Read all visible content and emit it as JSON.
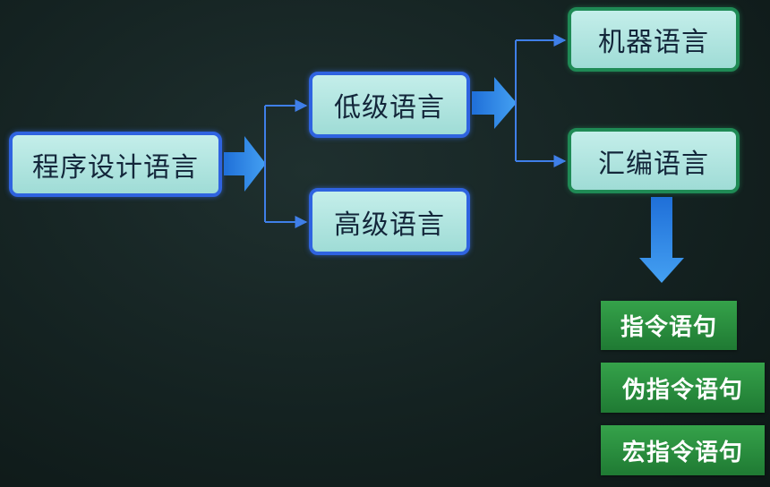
{
  "diagram": {
    "root": {
      "label": "程序设计语言"
    },
    "low_level": {
      "label": "低级语言"
    },
    "high_level": {
      "label": "高级语言"
    },
    "machine": {
      "label": "机器语言"
    },
    "assembly": {
      "label": "汇编语言"
    },
    "statements": [
      {
        "label": "指令语句"
      },
      {
        "label": "伪指令语句"
      },
      {
        "label": "宏指令语句"
      }
    ]
  },
  "colors": {
    "node_fill": "#b3e6e1",
    "node_border_blue": "#2f63e0",
    "node_border_green": "#1f8a55",
    "leaf_fill": "#2b8f3f",
    "connector": "#3f7fe8",
    "big_arrow": "#2f85e6"
  }
}
